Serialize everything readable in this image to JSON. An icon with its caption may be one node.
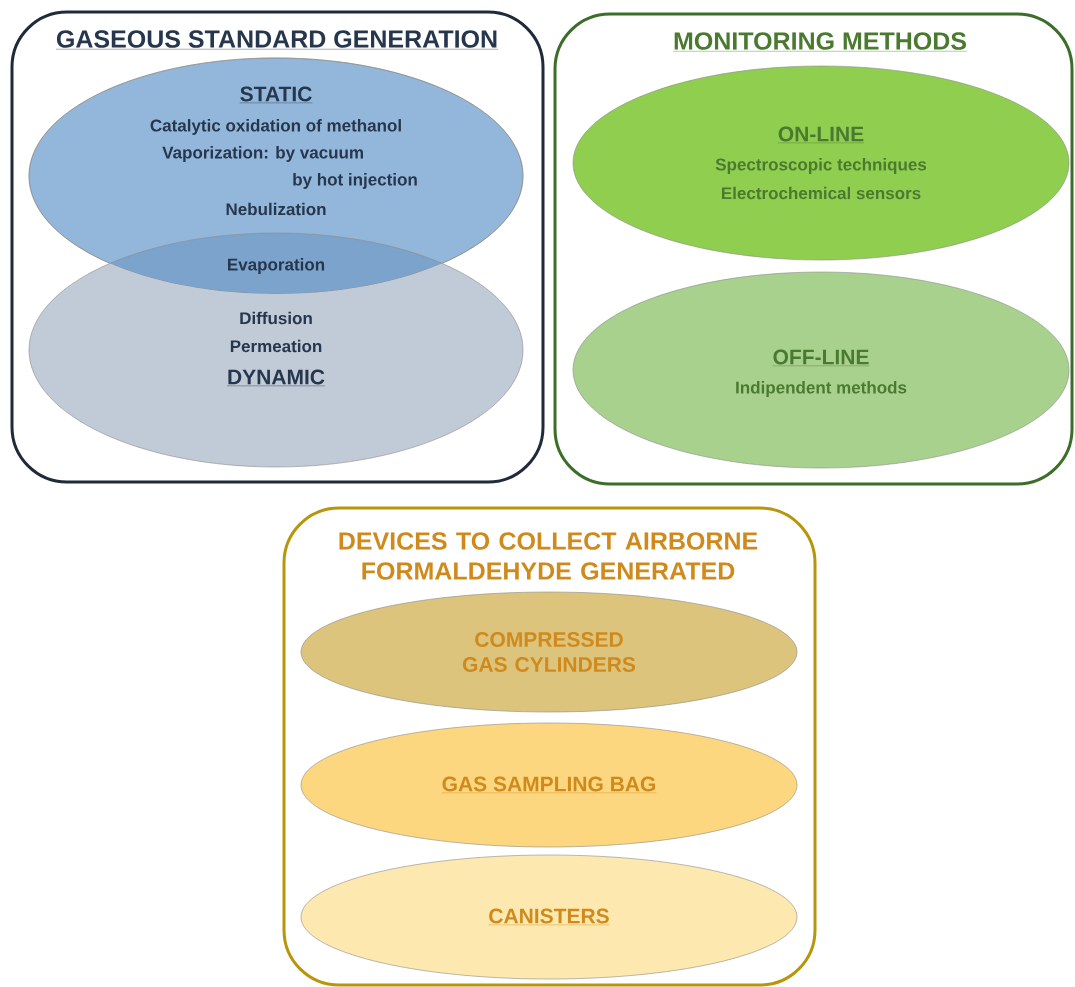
{
  "diagram": {
    "nodes": [
      {
        "text": [
          "GASEOUS STANDARD GENERATION"
        ]
      },
      {
        "text": [
          "STATIC",
          "Catalytic oxidation of methanol",
          "Vaporization: by vacuum",
          "by hot injection",
          "Nebulization"
        ],
        "in": 0
      },
      {
        "text": [
          "Diffusion",
          "Permeation",
          "DYNAMIC"
        ],
        "in": 0
      },
      {
        "text": [
          "MONITORING METHODS"
        ]
      },
      {
        "text": [
          "ON-LINE",
          "Spectroscopic techniques",
          "Electrochemical sensors"
        ],
        "in": 3
      },
      {
        "text": [
          "OFF-LINE",
          "Indipendent methods"
        ],
        "in": 3
      },
      {
        "text": [
          "DEVICES TO COLLECT AIRBORNE FORMALDEHYDE GENERATED"
        ]
      },
      {
        "text": [
          "COMPRESSED GAS CYLINDERS"
        ],
        "in": 6
      },
      {
        "text": [
          "GAS SAMPLING BAG"
        ],
        "in": 6
      },
      {
        "text": [
          "CANISTERS"
        ],
        "in": 6
      }
    ],
    "labels": [
      "Evaporation"
    ]
  }
}
